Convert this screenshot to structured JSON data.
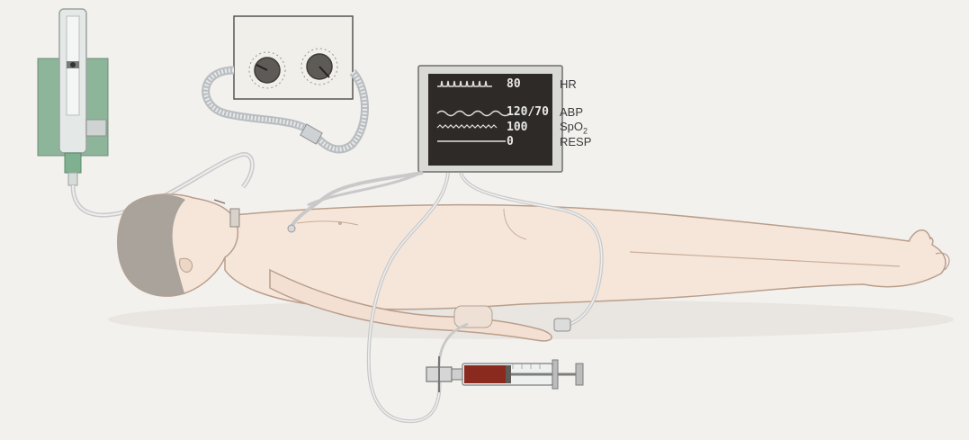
{
  "monitor": {
    "hr": {
      "label": "HR",
      "value": "80"
    },
    "abp": {
      "label": "ABP",
      "value": "120/70"
    },
    "spo2": {
      "label": "SpO",
      "label_sub": "2",
      "value": "100"
    },
    "resp": {
      "label": "RESP",
      "value": "0"
    }
  },
  "palette": {
    "background": "#f3f1ee",
    "skin": "#f6e6da",
    "hair": "#a9a39b",
    "monitor_screen": "#2e2a27",
    "tubing": "#c9c9c9",
    "flowmeter_base": "#8db59a",
    "blood": "#8a2a1f"
  }
}
